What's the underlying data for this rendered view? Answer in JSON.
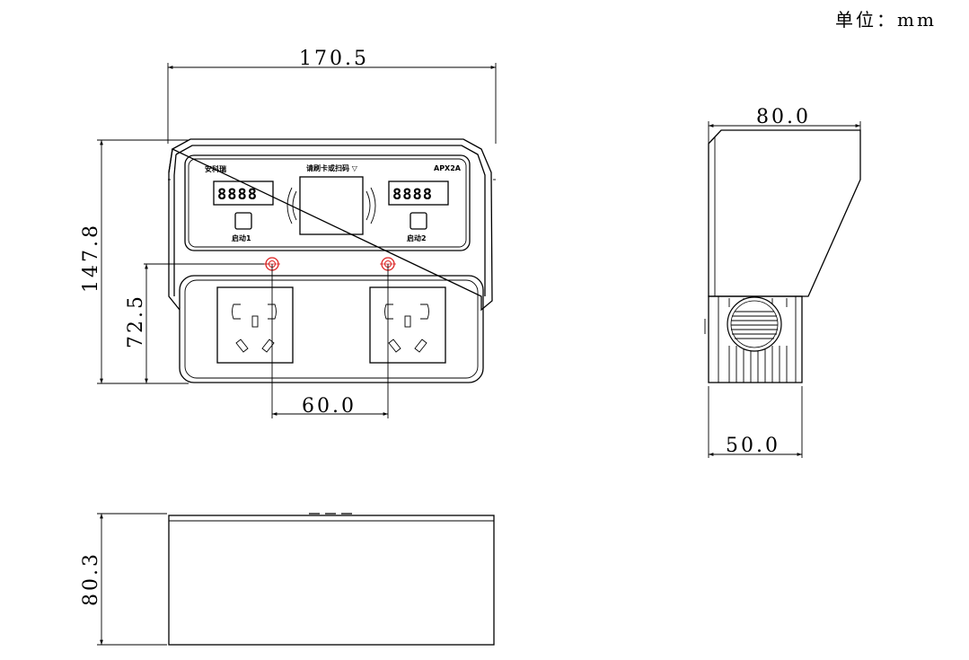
{
  "unit_label": "单位：mm",
  "front_view": {
    "width_dim": "170.5",
    "height_dim": "147.8",
    "lower_height_dim": "72.5",
    "socket_spacing_dim": "60.0",
    "brand": "安科瑞",
    "card_prompt": "请刷卡或扫码 ▽",
    "model": "APX2A",
    "display_1": "8888",
    "display_2": "8888",
    "button_1_label": "启动1",
    "button_2_label": "启动2"
  },
  "side_view": {
    "top_depth_dim": "80.0",
    "bottom_depth_dim": "50.0"
  },
  "top_view": {
    "height_dim": "80.3"
  }
}
